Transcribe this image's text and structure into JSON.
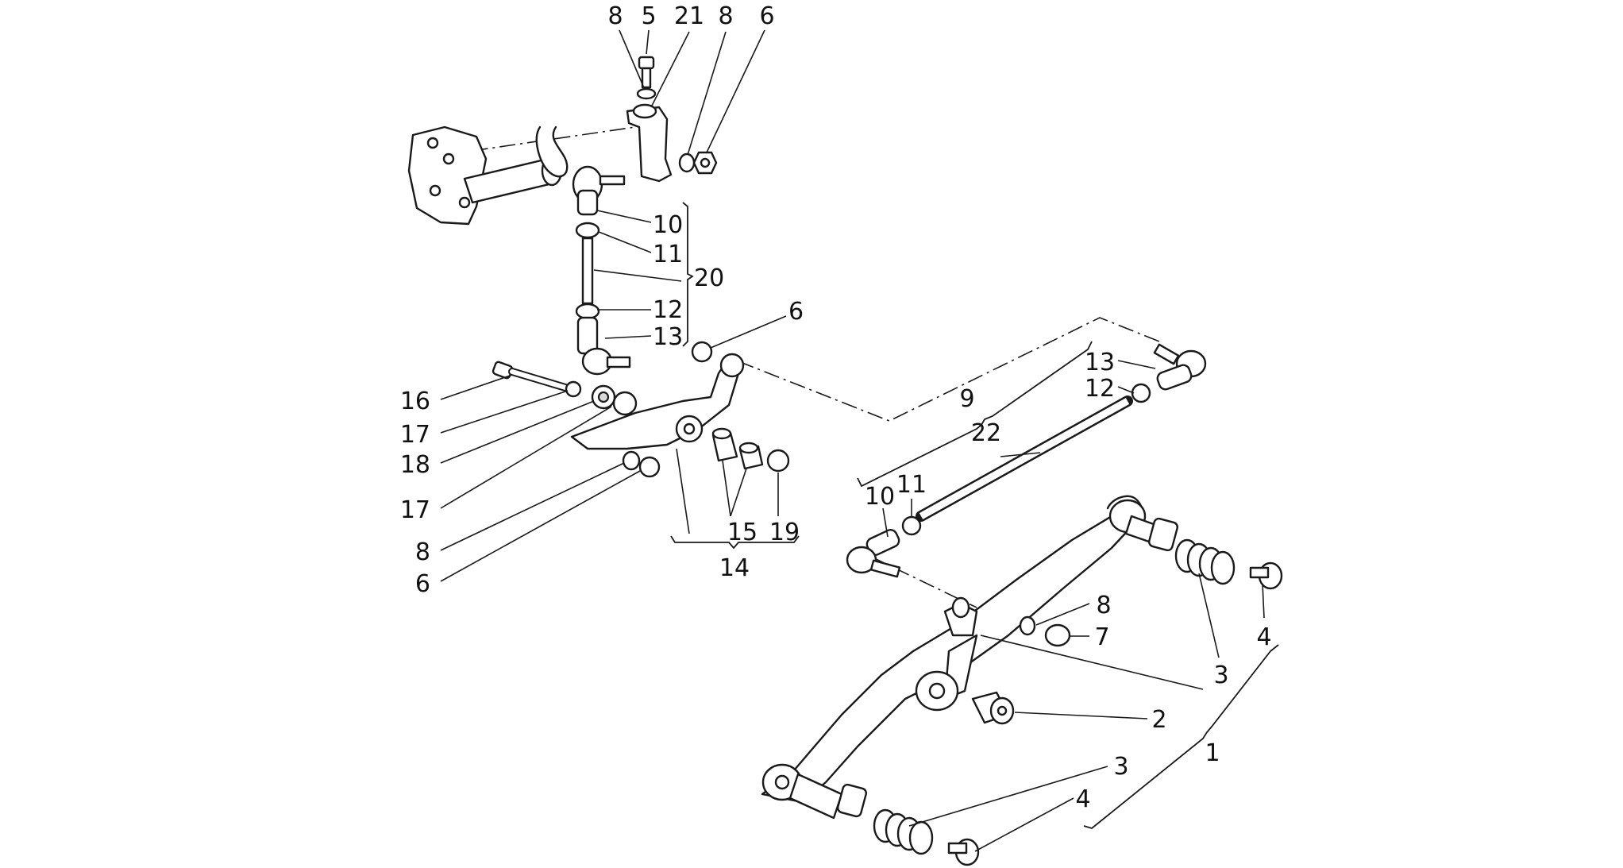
{
  "diagram": {
    "callouts": {
      "c_8a": "8",
      "c_5": "5",
      "c_21": "21",
      "c_8b": "8",
      "c_6a": "6",
      "c_10a": "10",
      "c_11a": "11",
      "c_20": "20",
      "c_12a": "12",
      "c_13a": "13",
      "c_6b": "6",
      "c_16": "16",
      "c_17a": "17",
      "c_18": "18",
      "c_17b": "17",
      "c_8c": "8",
      "c_6c": "6",
      "c_15": "15",
      "c_19": "19",
      "c_14": "14",
      "c_9": "9",
      "c_13b": "13",
      "c_12b": "12",
      "c_22": "22",
      "c_10b": "10",
      "c_11b": "11",
      "c_8d": "8",
      "c_7": "7",
      "c_4a": "4",
      "c_3a": "3",
      "c_2": "2",
      "c_1": "1",
      "c_3b": "3",
      "c_4b": "4"
    }
  }
}
